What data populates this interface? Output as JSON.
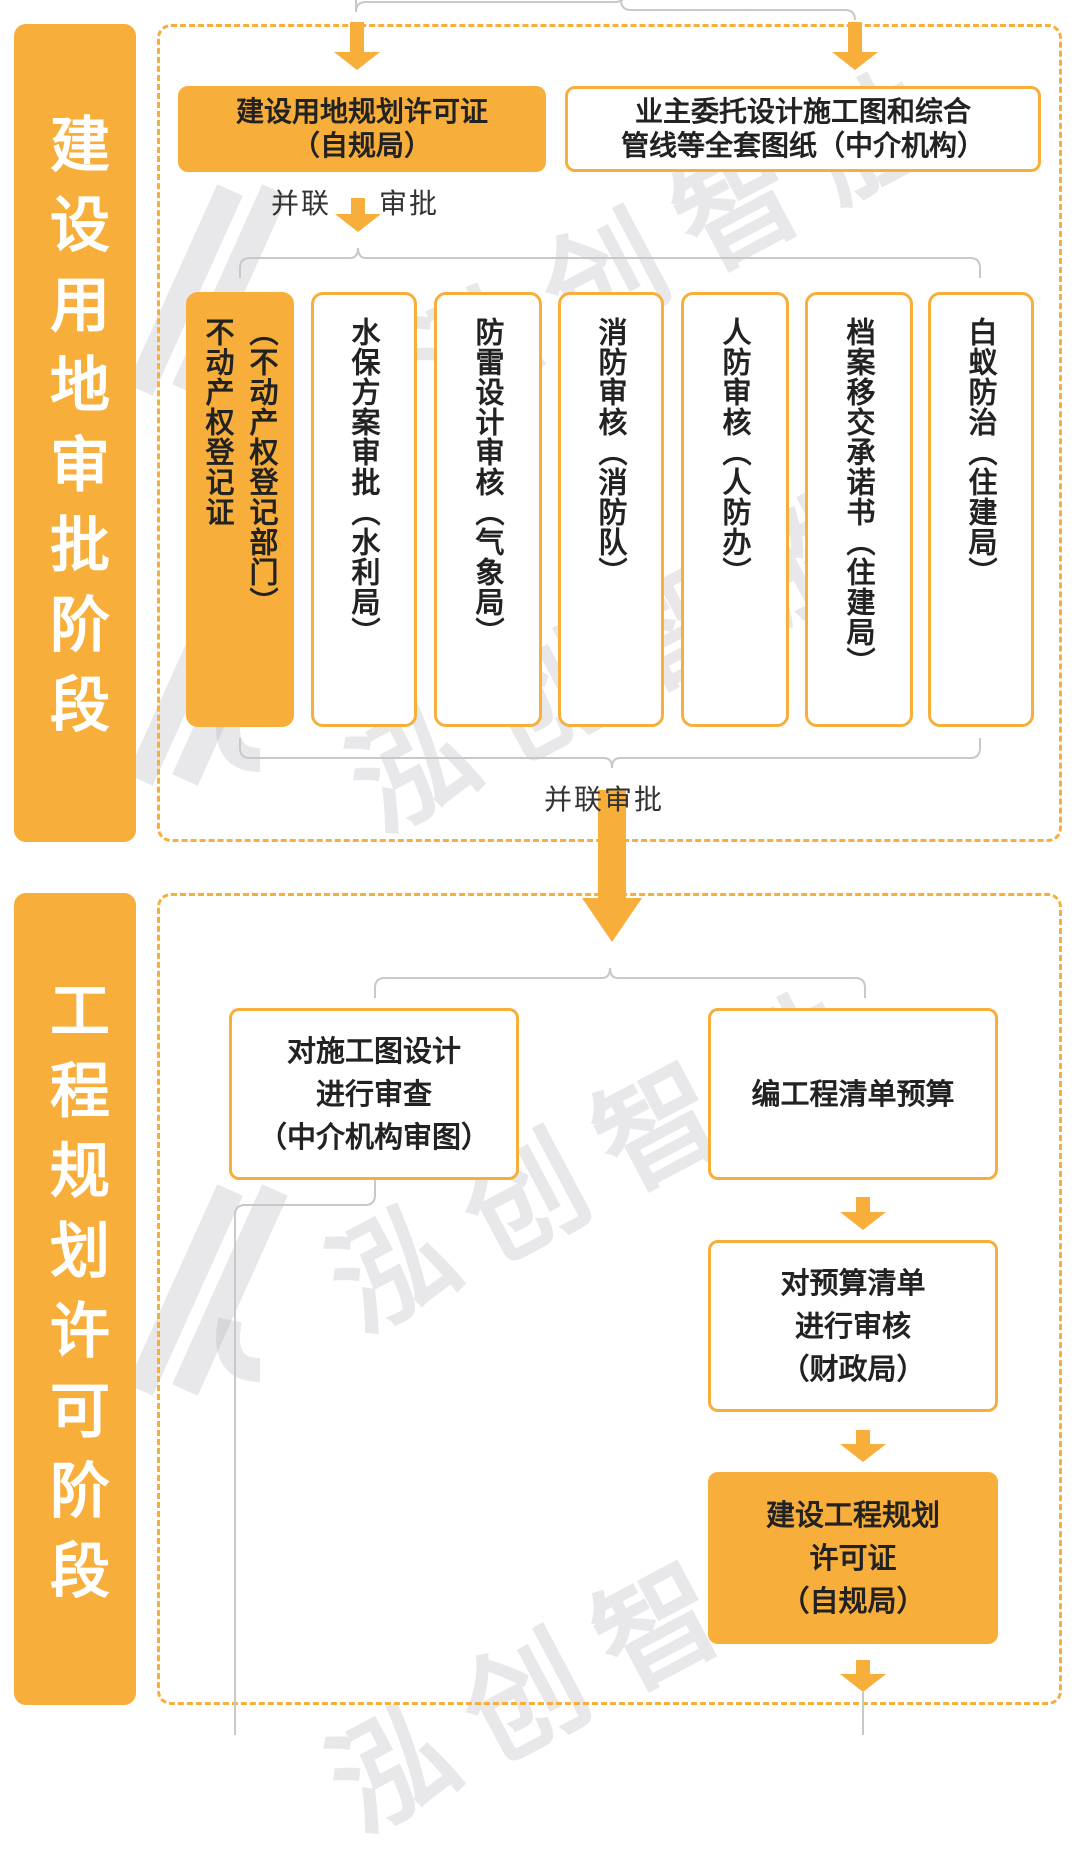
{
  "stages": [
    {
      "label": "建设用地审批阶段"
    },
    {
      "label": "工程规划许可阶段"
    }
  ],
  "stage1": {
    "permit_box": "建设用地规划许可证\n（自规局）",
    "design_box": "业主委托设计施工图和综合\n管线等全套图纸（中介机构）",
    "parallel_top_a": "并联",
    "parallel_top_b": "审批",
    "parallel_bottom": "并联审批",
    "approvals": [
      {
        "cols": [
          "不动产权登记证",
          "（不动产权登记部门）"
        ]
      },
      {
        "cols": [
          "水保方案审批（水利局）"
        ]
      },
      {
        "cols": [
          "防雷设计审核（气象局）"
        ]
      },
      {
        "cols": [
          "消防审核（消防队）"
        ]
      },
      {
        "cols": [
          "人防审核（人防办）"
        ]
      },
      {
        "cols": [
          "档案移交承诺书（住建局）"
        ]
      },
      {
        "cols": [
          "白蚁防治（住建局）"
        ]
      }
    ]
  },
  "stage2": {
    "review_box": "对施工图设计\n进行审查\n（中介机构审图）",
    "budget_box": "编工程清单预算",
    "budget_review_box": "对预算清单\n进行审核\n（财政局）",
    "permit_box": "建设工程规划\n许可证\n（自规局）"
  },
  "watermark": {
    "text": "泓创智胜"
  },
  "colors": {
    "accent": "#f7ae3b",
    "line": "#c8c8c8",
    "watermark": "#9696a5"
  }
}
